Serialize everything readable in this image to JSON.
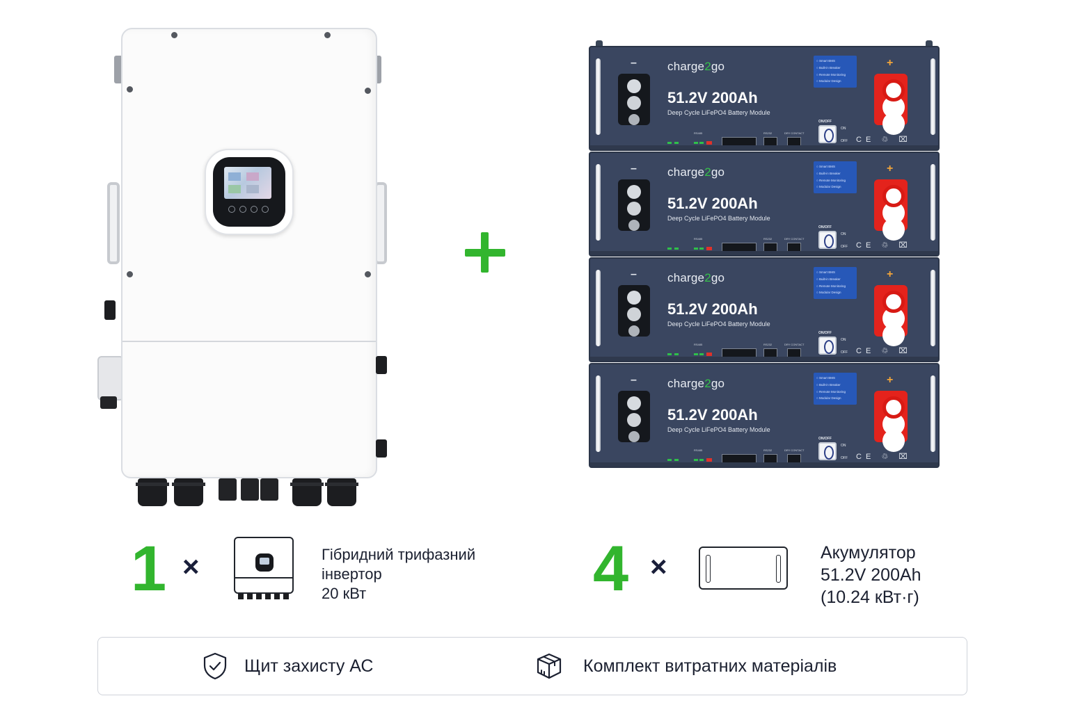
{
  "battery": {
    "brand_part1": "charge",
    "brand_part2": "2",
    "brand_part3": "go",
    "model": "51.2V 200Ah",
    "subtitle": "Deep Cycle LiFePO4 Battery Module",
    "features": [
      "Smart BMS",
      "Built-in Breaker",
      "Remote Monitoring",
      "Modular Design"
    ],
    "neg_sign": "–",
    "pos_sign": "+",
    "port_labels": [
      "RS485",
      "RS232",
      "DRY CONTACT"
    ],
    "onoff_label": "ON/OFF",
    "on": "ON",
    "off": "OFF",
    "certs": "CE ♲ ⌧",
    "count_shown": 4
  },
  "inverter_group": {
    "quantity": "1",
    "times": "×",
    "desc_line1": "Гібридний трифазний",
    "desc_line2": "інвертор",
    "desc_line3": "20 кВт"
  },
  "battery_group": {
    "quantity": "4",
    "times": "×",
    "desc_line1": "Акумулятор",
    "desc_line2": "51.2V 200Ah",
    "desc_line3": "(10.24 кВт·г)"
  },
  "includes": {
    "item1": "Щит захисту АС",
    "item1_icon": "shield-check-icon",
    "item2": "Комплект витратних матеріалів",
    "item2_icon": "package-box-icon"
  },
  "colors": {
    "accent_green": "#32b52e",
    "battery_navy": "#3a4660",
    "terminal_red": "#e4231c",
    "dark_text": "#1b2030"
  }
}
